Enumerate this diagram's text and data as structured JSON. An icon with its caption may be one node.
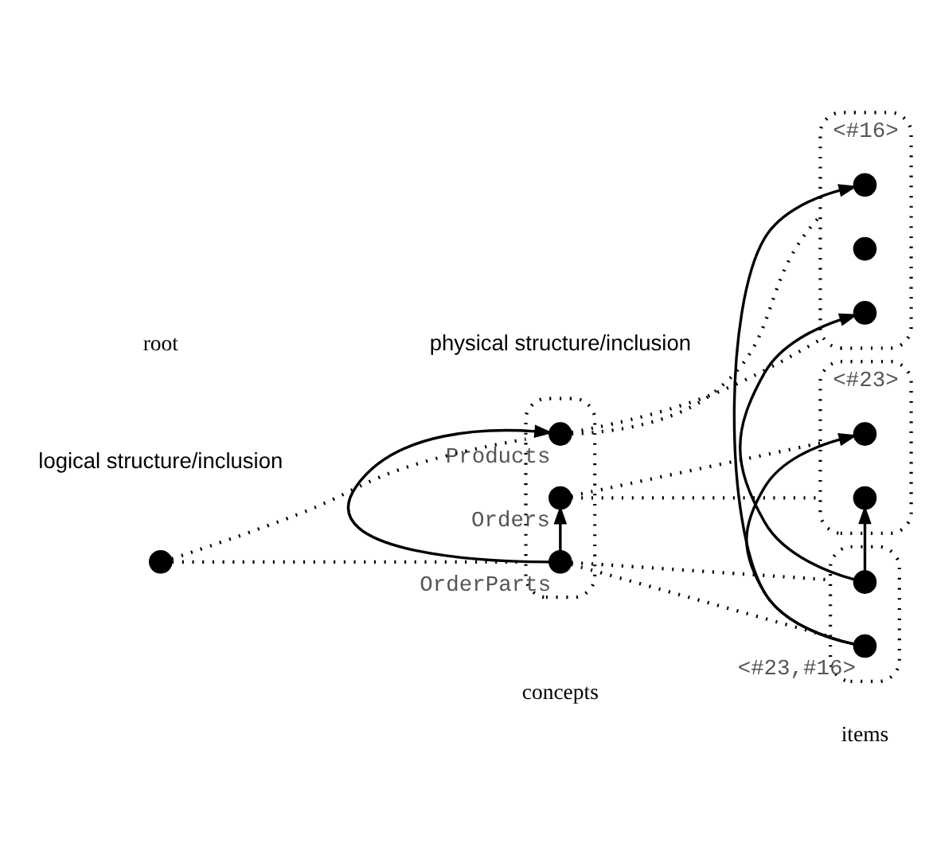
{
  "diagram": {
    "nodes": [
      {
        "text": [],
        "shape": "circle"
      },
      {
        "text": [],
        "shape": "ellipse"
      },
      {
        "text": [],
        "shape": "circle",
        "in": 1,
        "beside": [
          "Products"
        ]
      },
      {
        "text": [],
        "shape": "circle",
        "in": 1,
        "beside": [
          "Orders"
        ]
      },
      {
        "text": [],
        "shape": "circle",
        "in": 1,
        "beside": [
          "OrderParts"
        ]
      },
      {
        "text": [],
        "shape": "ellipse",
        "beside": [
          "<#16>"
        ]
      },
      {
        "text": [],
        "shape": "circle",
        "in": 5
      },
      {
        "text": [],
        "shape": "circle",
        "in": 5
      },
      {
        "text": [],
        "shape": "circle",
        "in": 5
      },
      {
        "text": [],
        "shape": "ellipse",
        "beside": [
          "<#23>"
        ]
      },
      {
        "text": [],
        "shape": "circle",
        "in": 9
      },
      {
        "text": [],
        "shape": "circle",
        "in": 9
      },
      {
        "text": [],
        "shape": "ellipse"
      },
      {
        "text": [],
        "shape": "circle",
        "in": 12
      },
      {
        "text": [],
        "shape": "circle",
        "in": 12,
        "beside": [
          "<#23,#16>"
        ]
      }
    ],
    "edges": [
      {
        "from": 0,
        "to": 1,
        "arrow": "none",
        "style": "dashed"
      },
      {
        "from": 0,
        "to": 1,
        "arrow": "none",
        "style": "dashed"
      },
      {
        "from": 2,
        "to": 5,
        "arrow": "none",
        "style": "dashed"
      },
      {
        "from": 2,
        "to": 5,
        "arrow": "none",
        "style": "dashed"
      },
      {
        "from": 3,
        "to": 9,
        "arrow": "none",
        "style": "dashed"
      },
      {
        "from": 3,
        "to": 9,
        "arrow": "none",
        "style": "dashed"
      },
      {
        "from": 4,
        "to": 12,
        "arrow": "none",
        "style": "dashed"
      },
      {
        "from": 4,
        "to": 12,
        "arrow": "none",
        "style": "dashed"
      },
      {
        "from": 4,
        "to": 2,
        "arrow": "to"
      },
      {
        "from": 4,
        "to": 3,
        "arrow": "to"
      },
      {
        "from": 13,
        "to": 11,
        "arrow": "to"
      },
      {
        "from": 13,
        "to": 8,
        "arrow": "to"
      },
      {
        "from": 14,
        "to": 10,
        "arrow": "to"
      },
      {
        "from": 14,
        "to": 6,
        "arrow": "to"
      }
    ],
    "labels": [
      "logical structure/inclusion",
      "root",
      "concepts",
      "items",
      "physical structure/inclusion"
    ]
  }
}
